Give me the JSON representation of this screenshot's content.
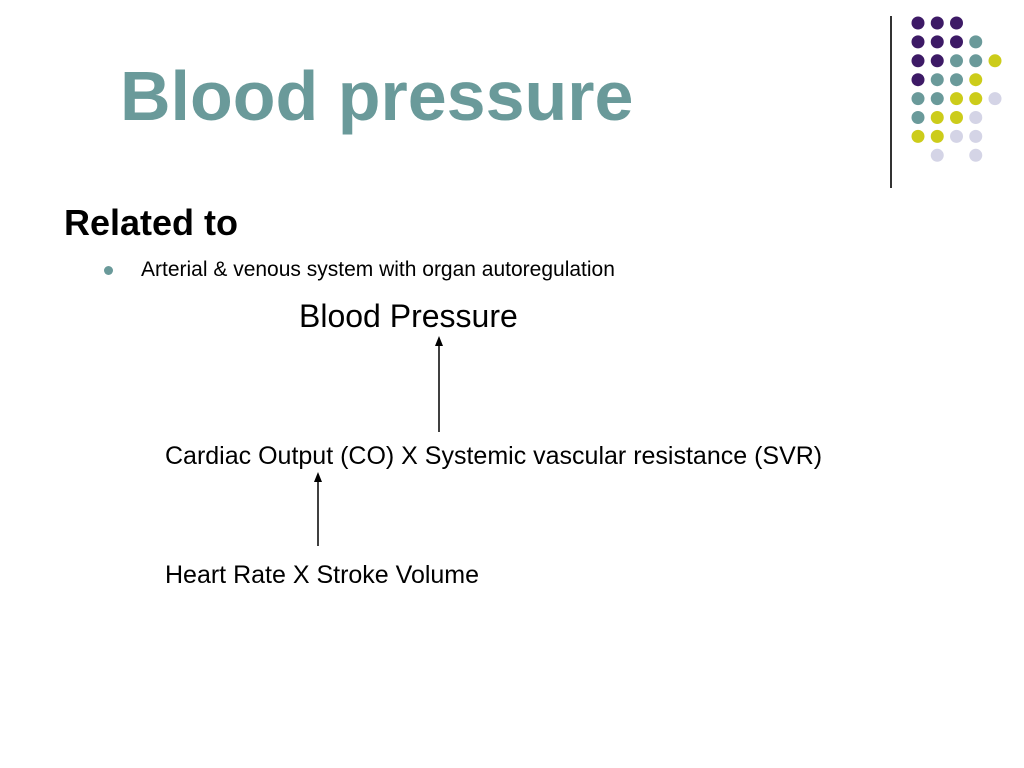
{
  "slide": {
    "title": "Blood pressure",
    "subheading": "Related to",
    "bullets": [
      "Arterial & venous system with organ autoregulation"
    ],
    "diagram": {
      "top_label": "Blood Pressure",
      "middle_label": "Cardiac Output (CO) X Systemic vascular resistance (SVR)",
      "bottom_label": "Heart Rate X Stroke Volume"
    }
  },
  "colors": {
    "title": "#6a9a9a",
    "purple": "#3d1a66",
    "teal": "#6a9a9a",
    "yellow": "#cccc1a",
    "lavender": "#d4d4e6",
    "divider": "#333333"
  },
  "decoration": {
    "dot_grid_rows": [
      [
        "purple",
        "purple",
        "purple",
        "",
        ""
      ],
      [
        "purple",
        "purple",
        "purple",
        "teal",
        ""
      ],
      [
        "purple",
        "purple",
        "teal",
        "teal",
        "yellow"
      ],
      [
        "purple",
        "teal",
        "teal",
        "yellow",
        ""
      ],
      [
        "teal",
        "teal",
        "yellow",
        "yellow",
        "lavender"
      ],
      [
        "teal",
        "yellow",
        "yellow",
        "lavender",
        ""
      ],
      [
        "yellow",
        "yellow",
        "lavender",
        "lavender",
        ""
      ],
      [
        "",
        "lavender",
        "",
        "lavender",
        ""
      ]
    ]
  }
}
